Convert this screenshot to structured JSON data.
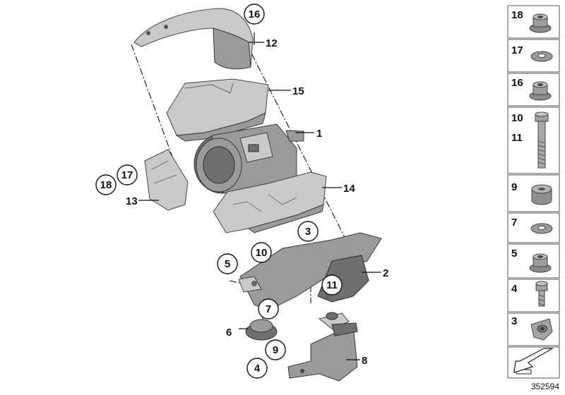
{
  "callouts": {
    "c1": "1",
    "c2": "2",
    "c3": "3",
    "c4": "4",
    "c5": "5",
    "c6": "6",
    "c7": "7",
    "c8": "8",
    "c9": "9",
    "c10": "10",
    "c11": "11",
    "c12": "12",
    "c13": "13",
    "c14": "14",
    "c15": "15",
    "c16": "16",
    "c17": "17",
    "c18": "18"
  },
  "legend": [
    {
      "label": "18",
      "icon": "flange-nut-icon"
    },
    {
      "label": "17",
      "icon": "washer-icon"
    },
    {
      "label": "16",
      "icon": "flange-nut-icon"
    },
    {
      "label": "10",
      "label2": "11",
      "icon": "bolt-icon"
    },
    {
      "label": "9",
      "icon": "spacer-sleeve-icon"
    },
    {
      "label": "7",
      "icon": "washer-icon"
    },
    {
      "label": "5",
      "icon": "hex-nut-icon"
    },
    {
      "label": "4",
      "icon": "short-bolt-icon"
    },
    {
      "label": "3",
      "icon": "clip-nut-icon"
    }
  ],
  "doc_number": "352594"
}
